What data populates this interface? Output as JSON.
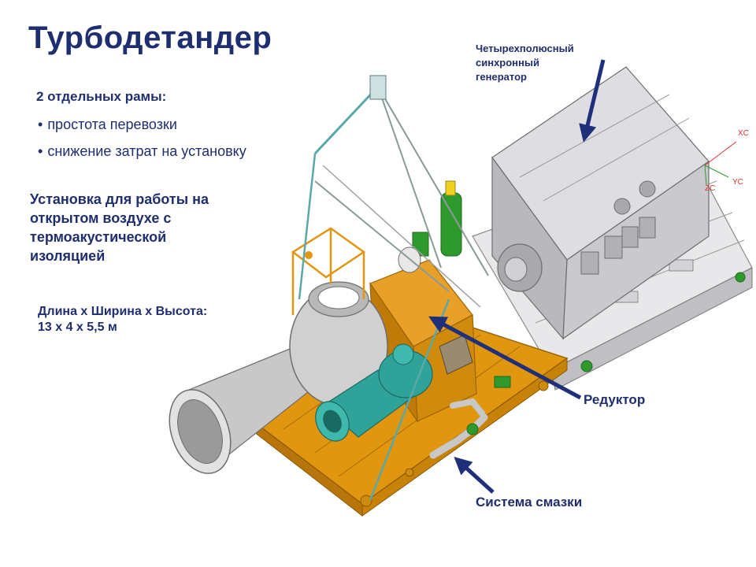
{
  "title": "Турбодетандер",
  "frames": {
    "heading": "2 отдельных рамы:",
    "bullets": [
      "простота перевозки",
      "снижение затрат на установку"
    ]
  },
  "outdoor_lines": [
    "Установка для работы на",
    "открытом воздухе с",
    "термоакустической",
    "изоляцией"
  ],
  "dimensions_lines": [
    "Длина х Ширина х Высота:",
    "13 х 4 х 5,5 м"
  ],
  "callouts": {
    "generator_lines": [
      "Четырехполюсный",
      "синхронный",
      "генератор"
    ],
    "reducer": "Редуктор",
    "lubrication": "Система смазки"
  },
  "axes": {
    "xc": "XC",
    "yc": "YC",
    "zc": "ZC"
  },
  "colors": {
    "text_navy": "#1f2e6e",
    "arrow_navy": "#1f2f7a",
    "frame_orange": "#e0960e",
    "housing_gray": "#c8c8c8",
    "turbine_teal": "#2fa39a",
    "pump_green": "#2e9a2e",
    "axis_red": "#e03030"
  }
}
